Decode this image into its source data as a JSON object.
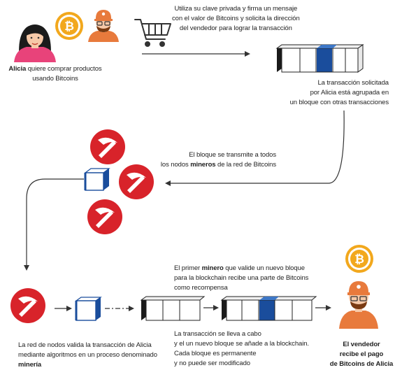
{
  "texts": {
    "alice_name": "Alicia",
    "alice_rest": " quiere comprar productos",
    "alice_line2": "usando Bitcoins",
    "sign_line1": "Utiliza su clave privada y firma un mensaje",
    "sign_line2": "con el valor  de Bitcoins y solicita la dirección",
    "sign_line3": "del vendedor para  lograr la transacción",
    "grouped_line1": "La transacción solicitada",
    "grouped_line2": "por Alicia está agrupada en",
    "grouped_line3": "un bloque con otras transacciones",
    "broadcast_line1": "El bloque se transmite a todos",
    "broadcast_line2_pre": "los nodos ",
    "broadcast_line2_bold": "mineros",
    "broadcast_line2_post": " de la red de Bitcoins",
    "reward_line1_pre": "El primer ",
    "reward_line1_bold": "minero",
    "reward_line1_post": " que valide un nuevo bloque",
    "reward_line2": "para la blockchain recibe una parte de Bitcoins",
    "reward_line3": "como recompensa",
    "validate_line1": "La red de nodos valida la transacción de Alicia",
    "validate_line2": "mediante algoritmos en un proceso denominado",
    "validate_line3": "minería",
    "done_line1": "La transacción se lleva a cabo",
    "done_line2": "y el un nuevo bloque se añade a la blockchain.",
    "done_line3": "Cada bloque es permanente",
    "done_line4": "y no puede ser modificado",
    "vendor_line1": "El vendedor",
    "vendor_line2": "recibe el pago",
    "vendor_line3": "de Bitcoins de Alicia"
  },
  "icons": {
    "coin_symbol": "₿",
    "coin": "bitcoin-coin-icon",
    "buyer": "woman-avatar-icon",
    "vendor": "vendor-avatar-icon",
    "cart": "shopping-cart-icon",
    "miner": "pickaxe-icon",
    "block": "cube-icon"
  },
  "colors": {
    "miner_red": "#d8232a",
    "coin_gold": "#f2a81d",
    "block_blue": "#1a4d9c",
    "vendor_orange": "#e87a3c",
    "arrow": "#333333"
  }
}
